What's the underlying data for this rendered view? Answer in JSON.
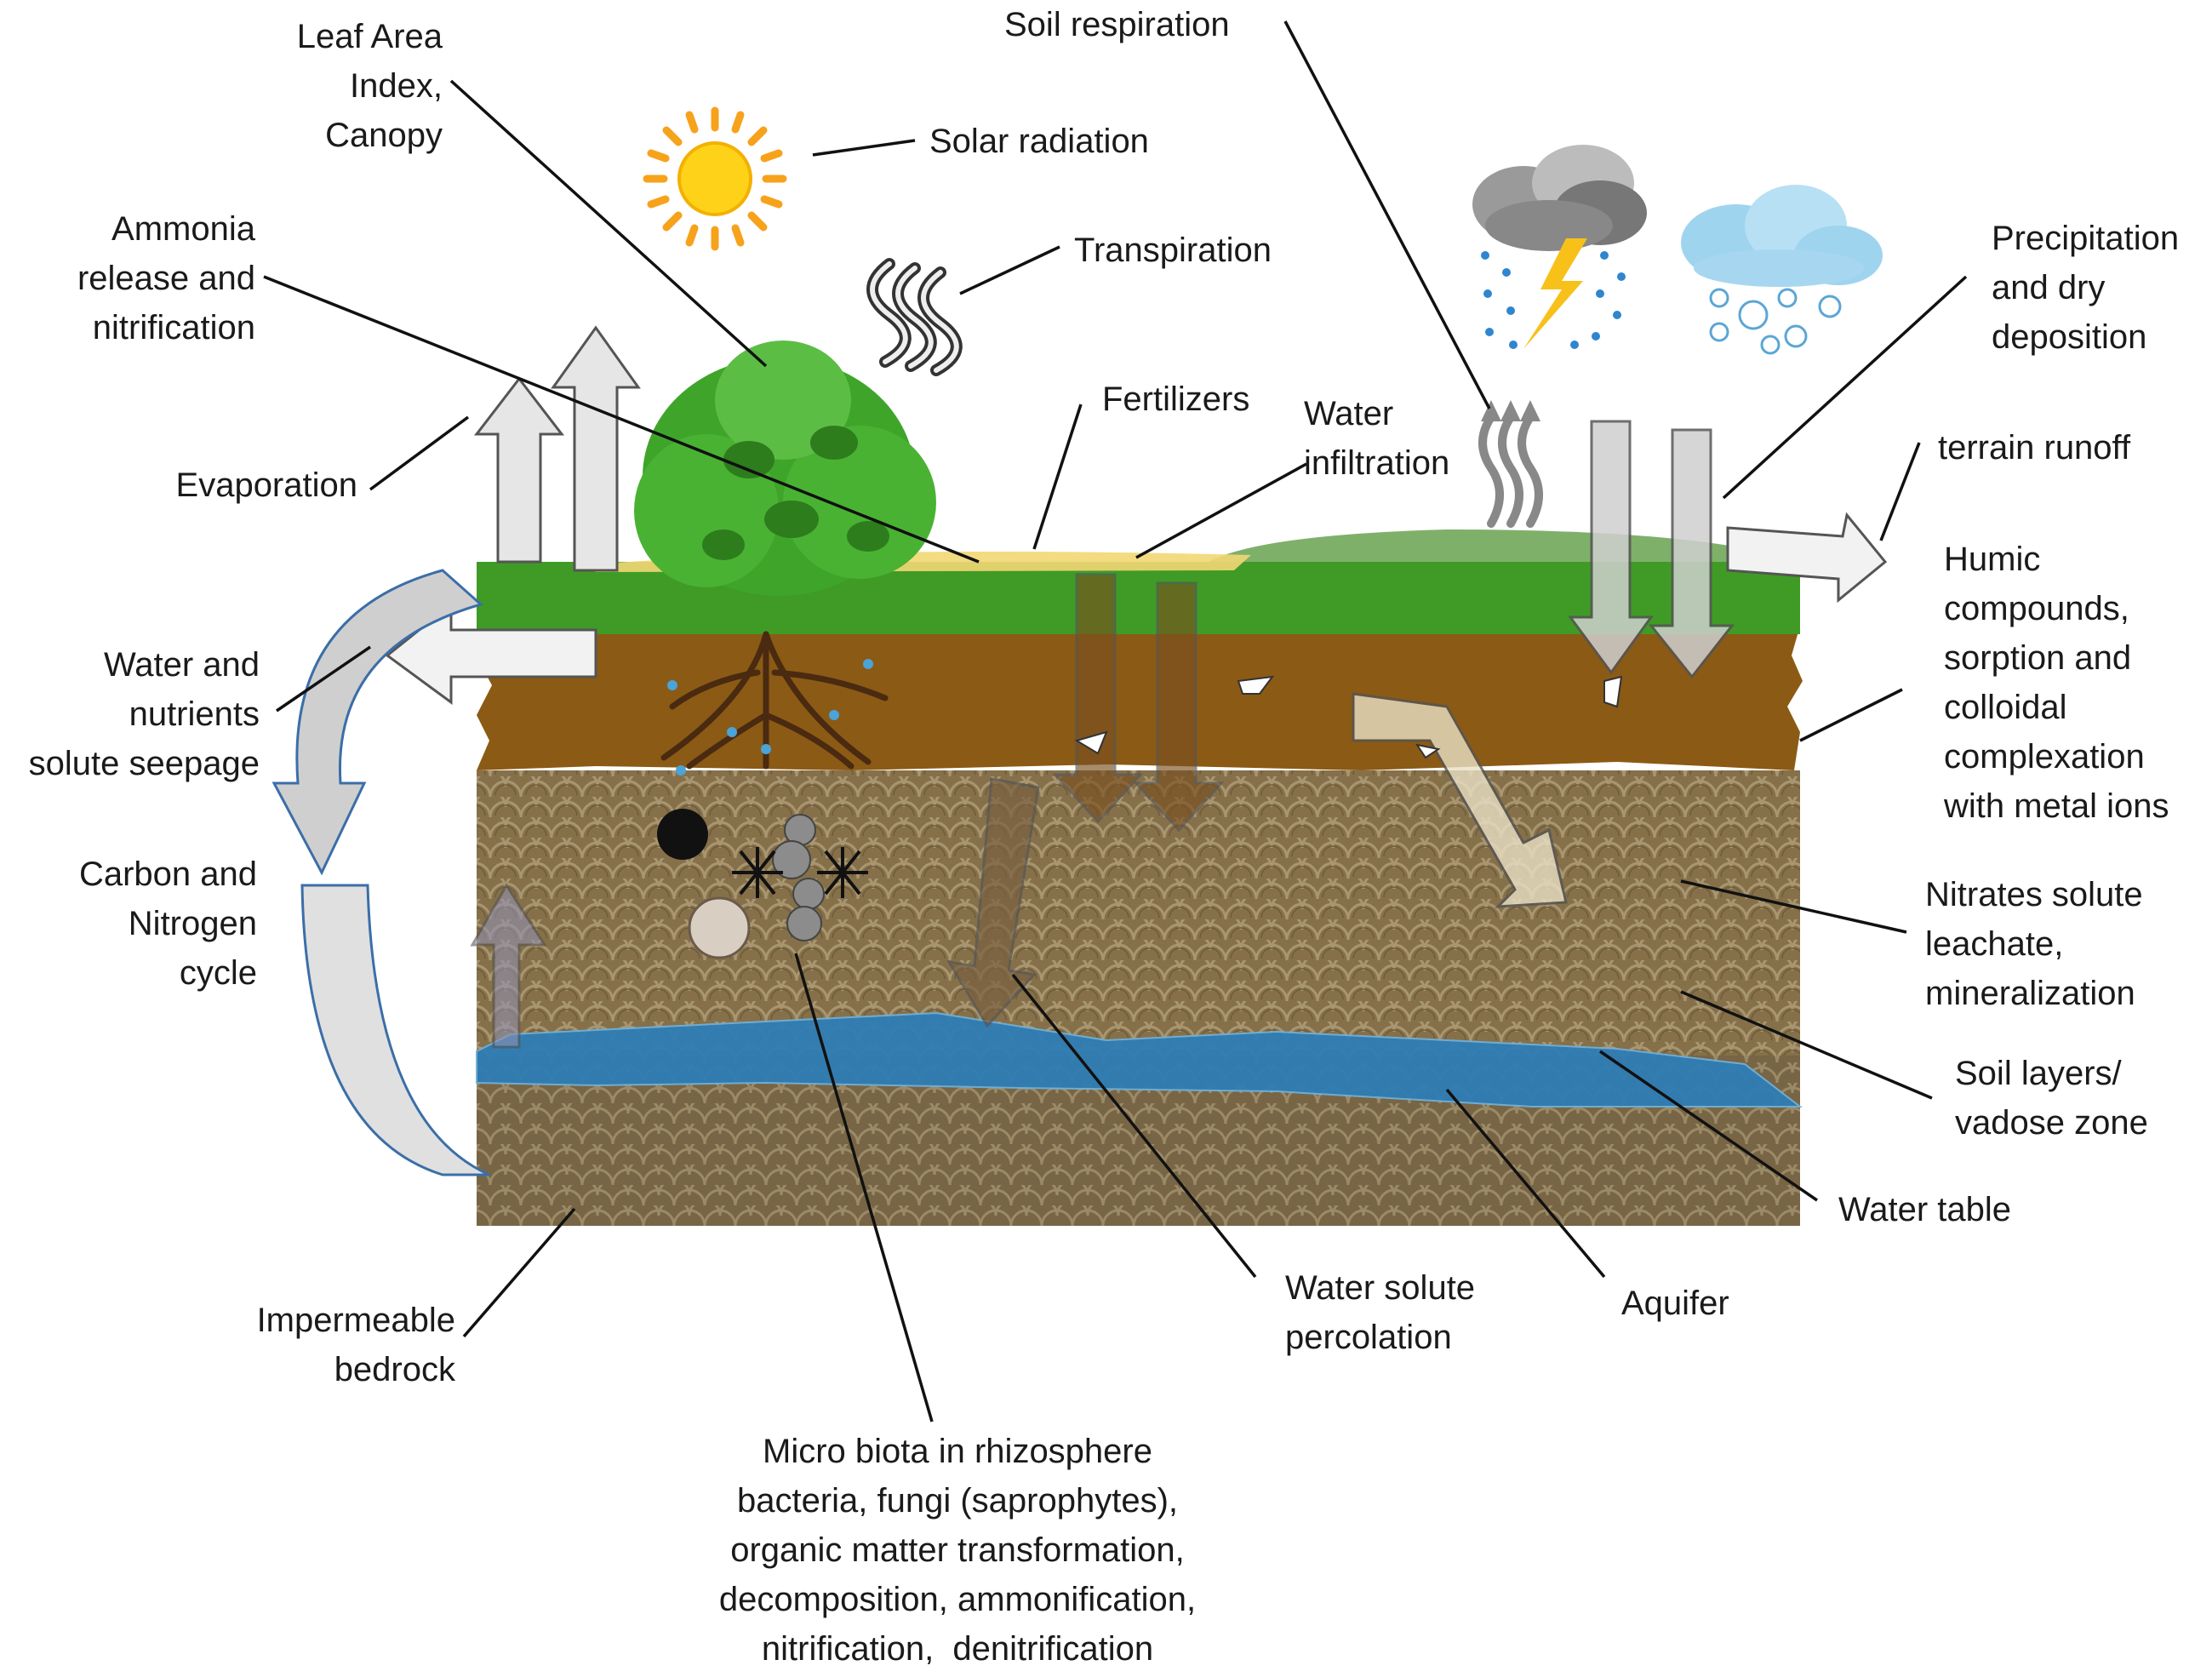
{
  "labels": {
    "leaf_area_index": "Leaf Area\nIndex,\nCanopy",
    "soil_respiration": "Soil respiration",
    "solar_radiation": "Solar radiation",
    "ammonia_release": "Ammonia\nrelease and\nnitrification",
    "transpiration": "Transpiration",
    "precipitation": "Precipitation\nand dry\ndeposition",
    "fertilizers": "Fertilizers",
    "water_infiltration": "Water\ninfiltration",
    "terrain_runoff": "terrain runoff",
    "evaporation": "Evaporation",
    "humic_compounds": "Humic\ncompounds,\nsorption and\ncolloidal\ncomplexation\nwith metal ions",
    "water_nutrients": "Water and\nnutrients\nsolute seepage",
    "carbon_nitrogen": "Carbon and\nNitrogen\ncycle",
    "nitrates": "Nitrates solute\nleachate,\nmineralization",
    "soil_layers": "Soil layers/\nvadose zone",
    "water_table": "Water table",
    "water_solute_percolation": "Water solute\npercolation",
    "aquifer": "Aquifer",
    "impermeable_bedrock": "Impermeable\nbedrock",
    "micro_biota": "Micro biota in rhizosphere\nbacteria, fungi (saprophytes),\norganic matter transformation,\ndecomposition, ammonification,\nnitrification,  denitrification"
  },
  "colors": {
    "grass": "#3f9b25",
    "topsoil": "#8b5a14",
    "subsoil": "#8a7346",
    "aquifer": "#2f7db5",
    "arrow_fill": "#e6e6e6",
    "sun": "#f7a21b",
    "leader_line": "#111111"
  }
}
